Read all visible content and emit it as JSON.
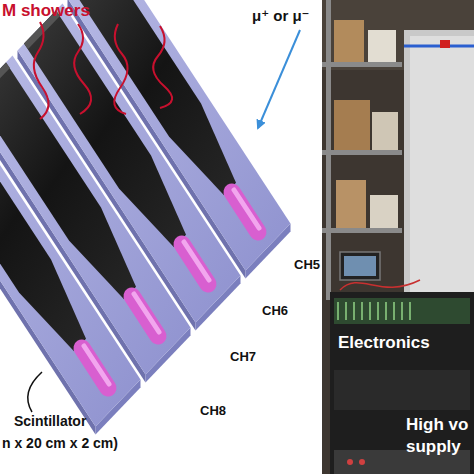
{
  "diagram": {
    "labels": [
      "M showers",
      "μ⁺ or μ⁻",
      "CH5",
      "CH6",
      "CH7",
      "CH8",
      "Scintillator",
      "n x 20 cm x 2 cm)",
      "Electronics",
      "High vo",
      "supply"
    ]
  }
}
